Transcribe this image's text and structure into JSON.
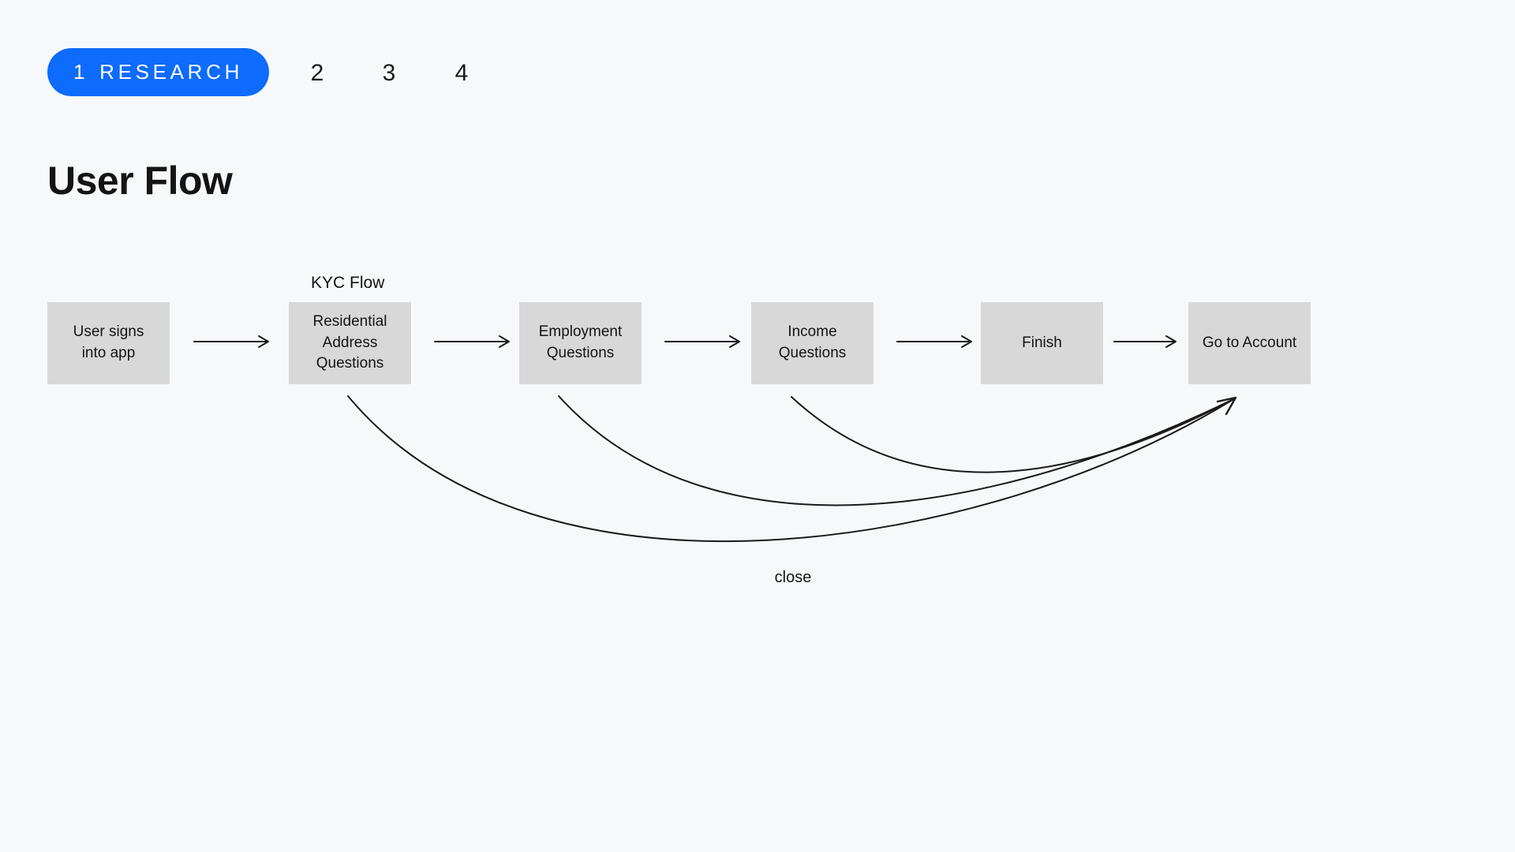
{
  "theme": {
    "background": "#f7f8fa",
    "accent_blue": "#0d6bfe",
    "pill_text": "#ffffff",
    "node_fill": "#d8d8d8",
    "ink": "#1a1a1a"
  },
  "stepper": {
    "active": {
      "number": "1",
      "label": "RESEARCH"
    },
    "steps": [
      "2",
      "3",
      "4"
    ]
  },
  "title": "User Flow",
  "diagram": {
    "group_label": "KYC Flow",
    "nodes": [
      {
        "id": "user-signs-into-app",
        "label": "User signs\ninto app"
      },
      {
        "id": "residential-address-questions",
        "label": "Residential\nAddress\nQuestions"
      },
      {
        "id": "employment-questions",
        "label": "Employment\nQuestions"
      },
      {
        "id": "income-questions",
        "label": "Income\nQuestions"
      },
      {
        "id": "finish",
        "label": "Finish"
      },
      {
        "id": "go-to-account",
        "label": "Go to Account"
      }
    ],
    "back_edge_label": "close"
  }
}
